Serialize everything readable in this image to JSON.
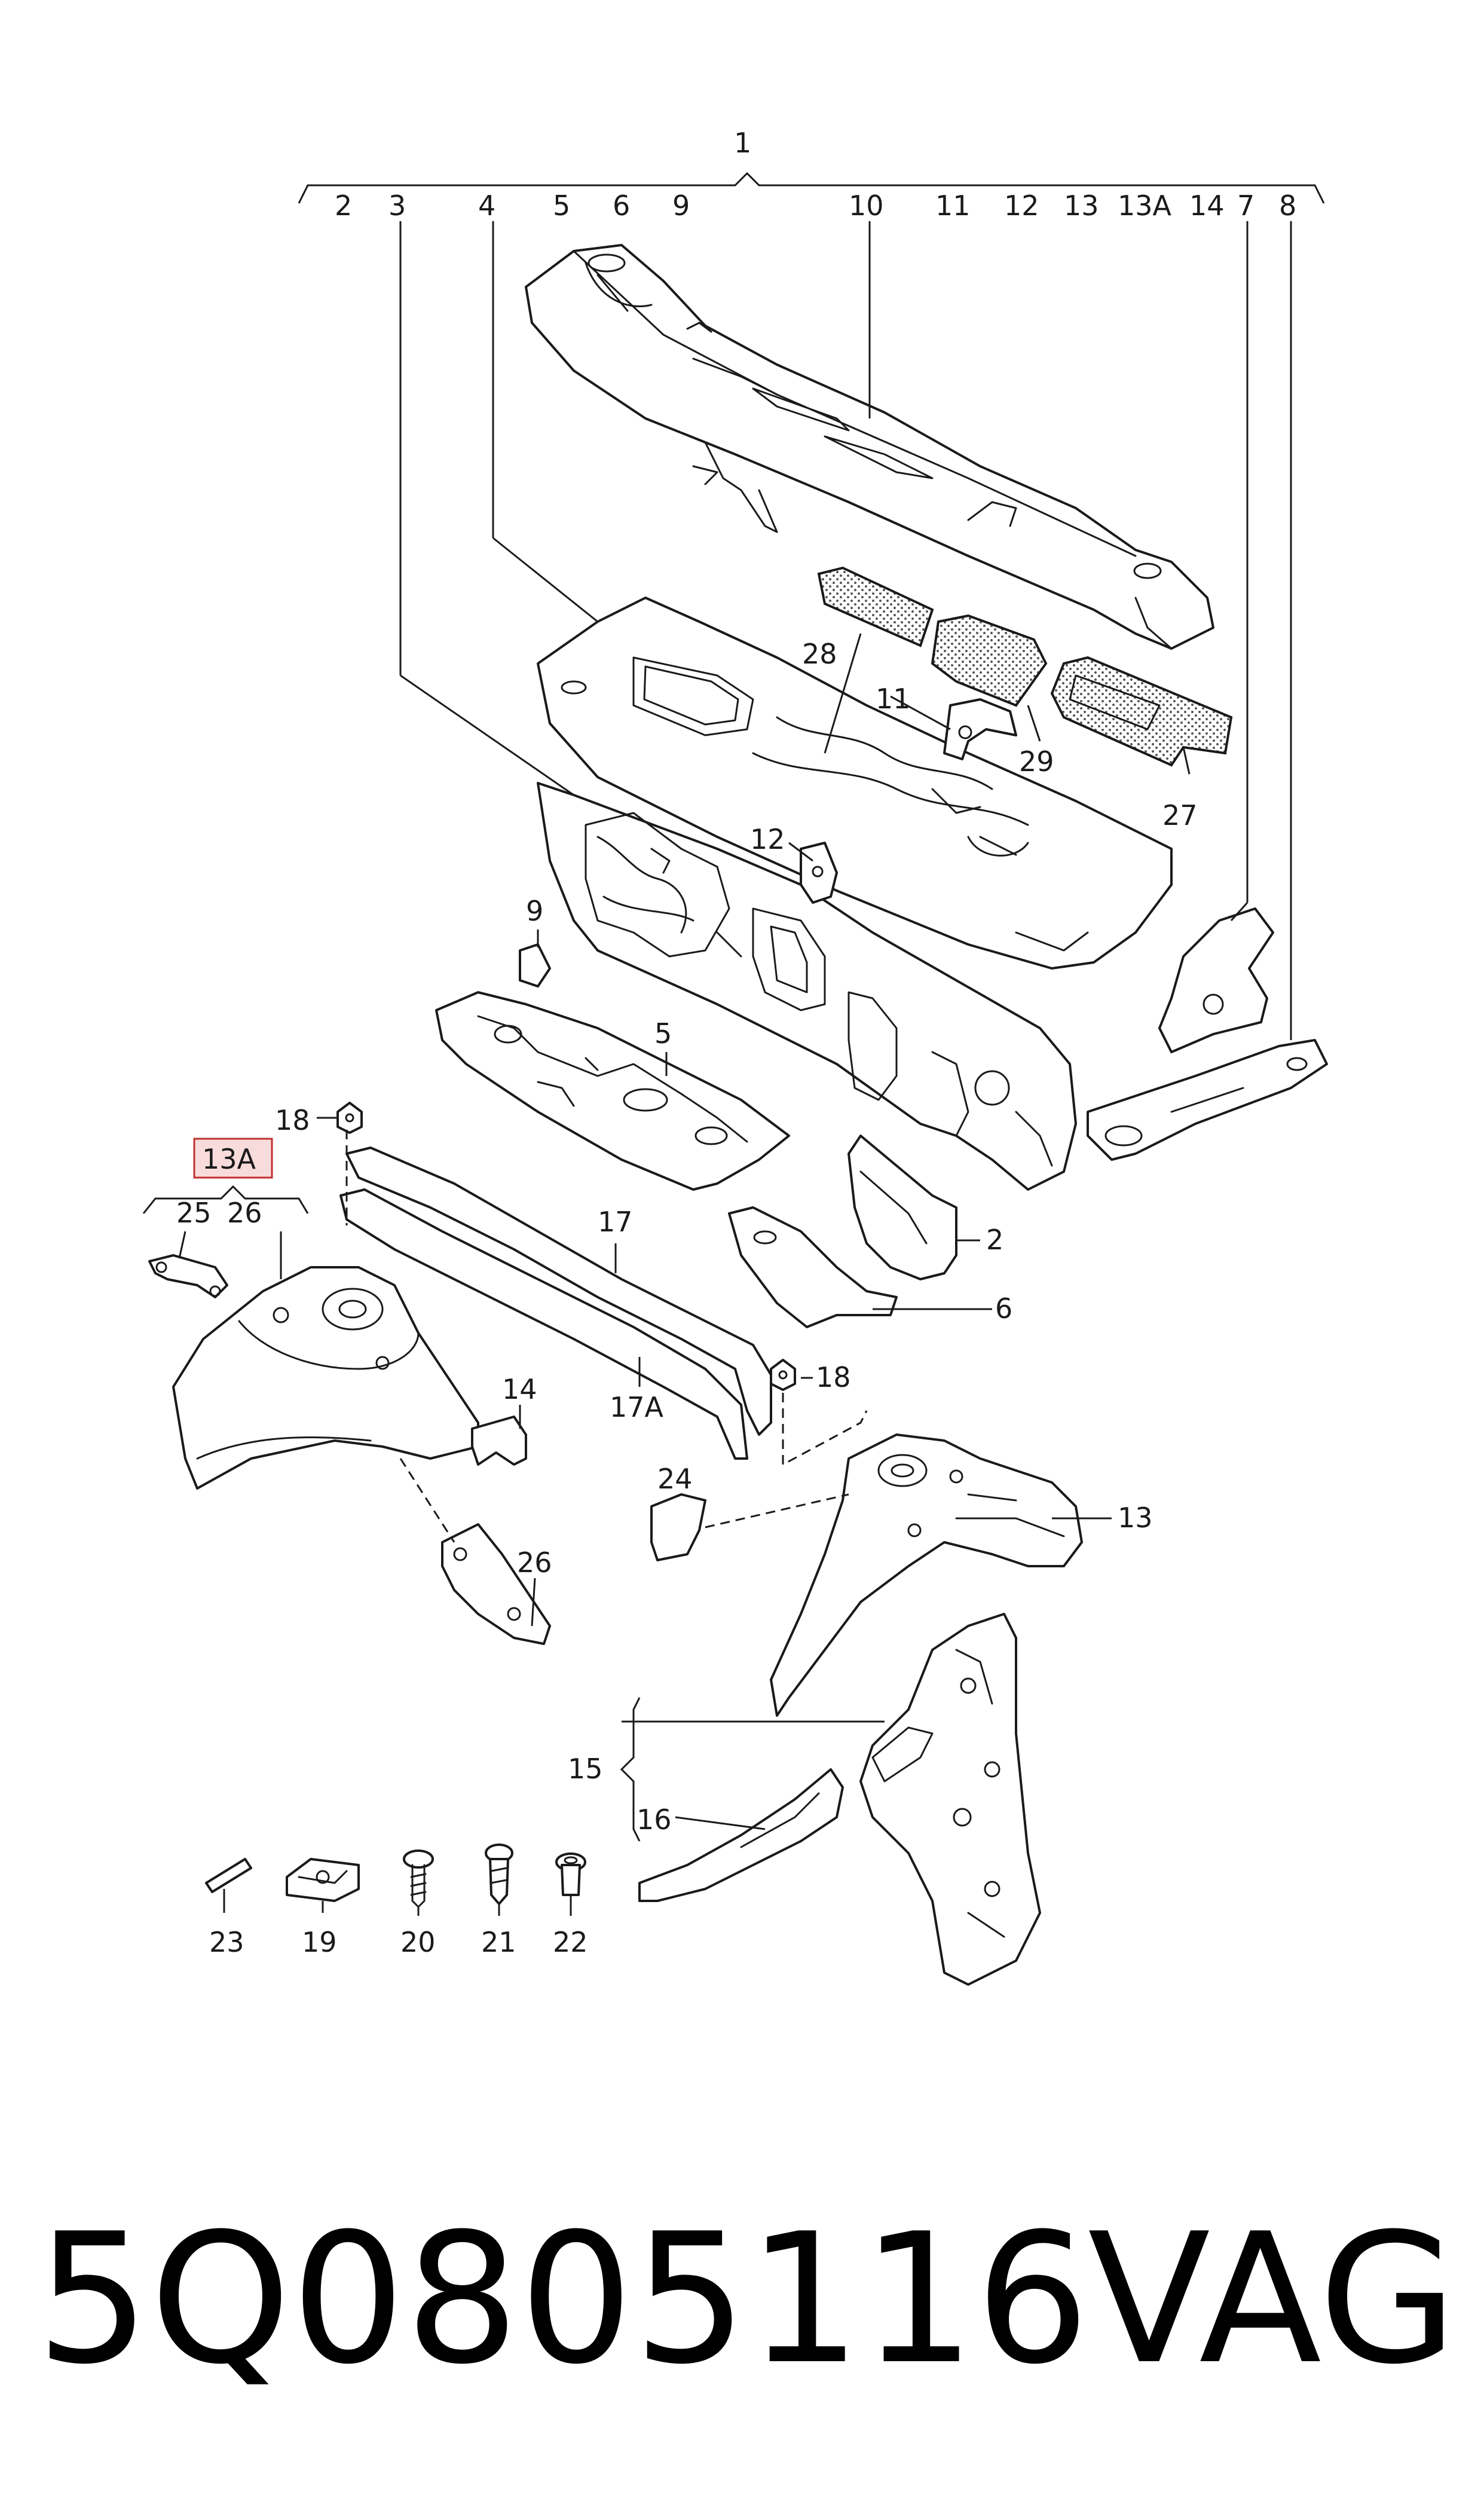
{
  "labels": {
    "1": "1",
    "2": "2",
    "3": "3",
    "4": "4",
    "5": "5",
    "6": "6",
    "7": "7",
    "8": "8",
    "9": "9",
    "10": "10",
    "11": "11",
    "12": "12",
    "13": "13",
    "13A": "13A",
    "14": "14",
    "15": "15",
    "16": "16",
    "17": "17",
    "17A": "17A",
    "18": "18",
    "19": "19",
    "20": "20",
    "21": "21",
    "22": "22",
    "23": "23",
    "24": "24",
    "25": "25",
    "26": "26",
    "27": "27",
    "28": "28",
    "29": "29"
  },
  "highlight": {
    "label": "13A",
    "fill": "#f8dcdc",
    "stroke": "#c03030"
  },
  "caption": {
    "part_number": "5Q0805116",
    "brand": "VAG"
  }
}
